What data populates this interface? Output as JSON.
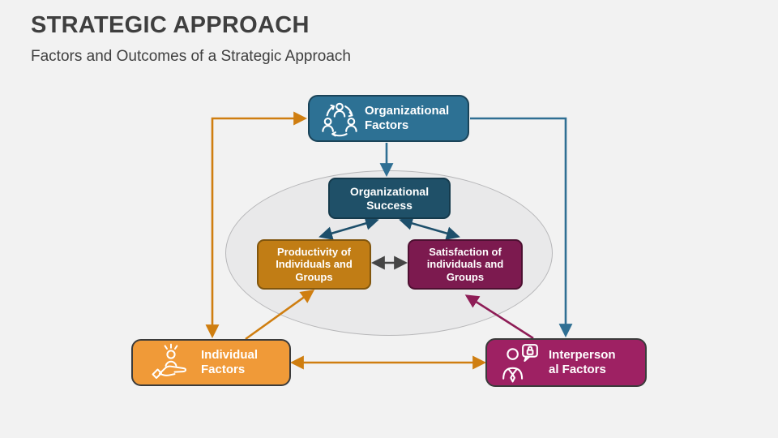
{
  "slide": {
    "title": "STRATEGIC APPROACH",
    "subtitle": "Factors and Outcomes of a Strategic Approach",
    "background_color": "#f2f2f2",
    "text_color": "#3f3f3f"
  },
  "nodes": {
    "organizational_factors": {
      "label": "Organizational Factors",
      "line1": "Organizational",
      "line2": "Factors",
      "fill": "#2d7194",
      "icon": "people-cycle-icon"
    },
    "organizational_success": {
      "label": "Organizational Success",
      "line1": "Organizational",
      "line2": "Success",
      "fill": "#1f5068"
    },
    "productivity": {
      "label": "Productivity of Individuals and Groups",
      "line1": "Productivity of",
      "line2": "Individuals and",
      "line3": "Groups",
      "fill": "#c17d15"
    },
    "satisfaction": {
      "label": "Satisfaction of individuals and Groups",
      "line1": "Satisfaction of",
      "line2": "individuals and",
      "line3": "Groups",
      "fill": "#7c1a4f"
    },
    "individual_factors": {
      "label": "Individual Factors",
      "line1": "Individual",
      "line2": "Factors",
      "fill": "#f09a38",
      "icon": "person-in-hand-icon"
    },
    "interpersonal_factors": {
      "label": "Interpersonal Factors",
      "line1": "Interperson",
      "line2": "al Factors",
      "fill": "#9e2163",
      "icon": "person-speech-bubble-icon"
    }
  },
  "connections": [
    {
      "from": "individual_factors",
      "to": "organizational_factors",
      "style": "elbow",
      "heads": "both",
      "color": "#cf7e10"
    },
    {
      "from": "organizational_factors",
      "to": "interpersonal_factors",
      "style": "elbow",
      "heads": "end",
      "color": "#2f6f93"
    },
    {
      "from": "organizational_factors",
      "to": "organizational_success",
      "style": "straight",
      "heads": "end",
      "color": "#2f6f93"
    },
    {
      "from": "organizational_success",
      "to": "productivity",
      "style": "straight",
      "heads": "both",
      "color": "#1d4f6b"
    },
    {
      "from": "organizational_success",
      "to": "satisfaction",
      "style": "straight",
      "heads": "both",
      "color": "#1d4f6b"
    },
    {
      "from": "productivity",
      "to": "satisfaction",
      "style": "straight",
      "heads": "both",
      "color": "#454545"
    },
    {
      "from": "individual_factors",
      "to": "productivity",
      "style": "straight",
      "heads": "end",
      "color": "#cf7e10"
    },
    {
      "from": "interpersonal_factors",
      "to": "satisfaction",
      "style": "straight",
      "heads": "end",
      "color": "#8e1d56"
    },
    {
      "from": "individual_factors",
      "to": "interpersonal_factors",
      "style": "straight",
      "heads": "both",
      "color": "#cf7e10"
    }
  ]
}
